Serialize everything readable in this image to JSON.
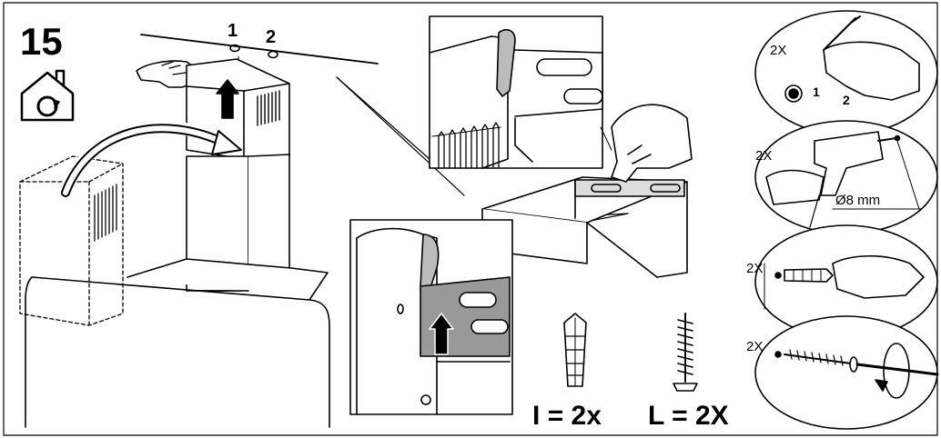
{
  "step": {
    "number": "15"
  },
  "top_view": {
    "hole_1": "1",
    "hole_2": "2"
  },
  "detail_steps": [
    {
      "quantity": "2X",
      "marks": [
        "1",
        "2"
      ]
    },
    {
      "quantity": "2X",
      "drill_size": "Ø8 mm"
    },
    {
      "quantity": "2X"
    },
    {
      "quantity": "2X"
    }
  ],
  "parts": [
    {
      "label": "I = 2x"
    },
    {
      "label": "L = 2X"
    }
  ]
}
